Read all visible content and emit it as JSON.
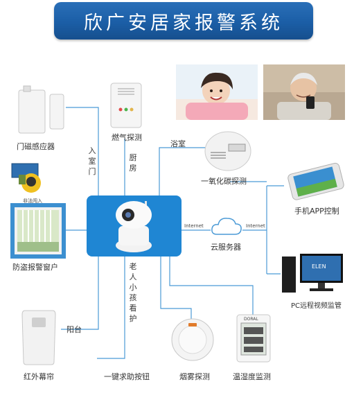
{
  "title": "欣广安居家报警系统",
  "devices": {
    "door_sensor": "门磁感应器",
    "gas_detector": "燃气探测",
    "co_detector": "一氧化碳探测",
    "window_alarm": "防盗报警窗户",
    "cloud_server": "云服务器",
    "phone_app": "手机APP控制",
    "pc_monitor": "PC远程视频监管",
    "ir_curtain": "红外幕帘",
    "sos_button": "一键求助按钮",
    "smoke_detector": "烟雾探测",
    "temp_humidity": "温湿度监测"
  },
  "locations": {
    "entry_door": "入室门",
    "kitchen": "厨房",
    "bathroom": "浴室",
    "elderly_child_care": "老人小孩看护",
    "balcony": "阳台"
  },
  "network": {
    "left": "Internet",
    "right": "Internet"
  },
  "poster_caption": "非法闯入",
  "thermo_brand": "DORAL",
  "pc_brand": "ELEN",
  "colors": {
    "banner": "#1b5ea6",
    "hub": "#1f86d3",
    "line": "#4b9ad6"
  }
}
